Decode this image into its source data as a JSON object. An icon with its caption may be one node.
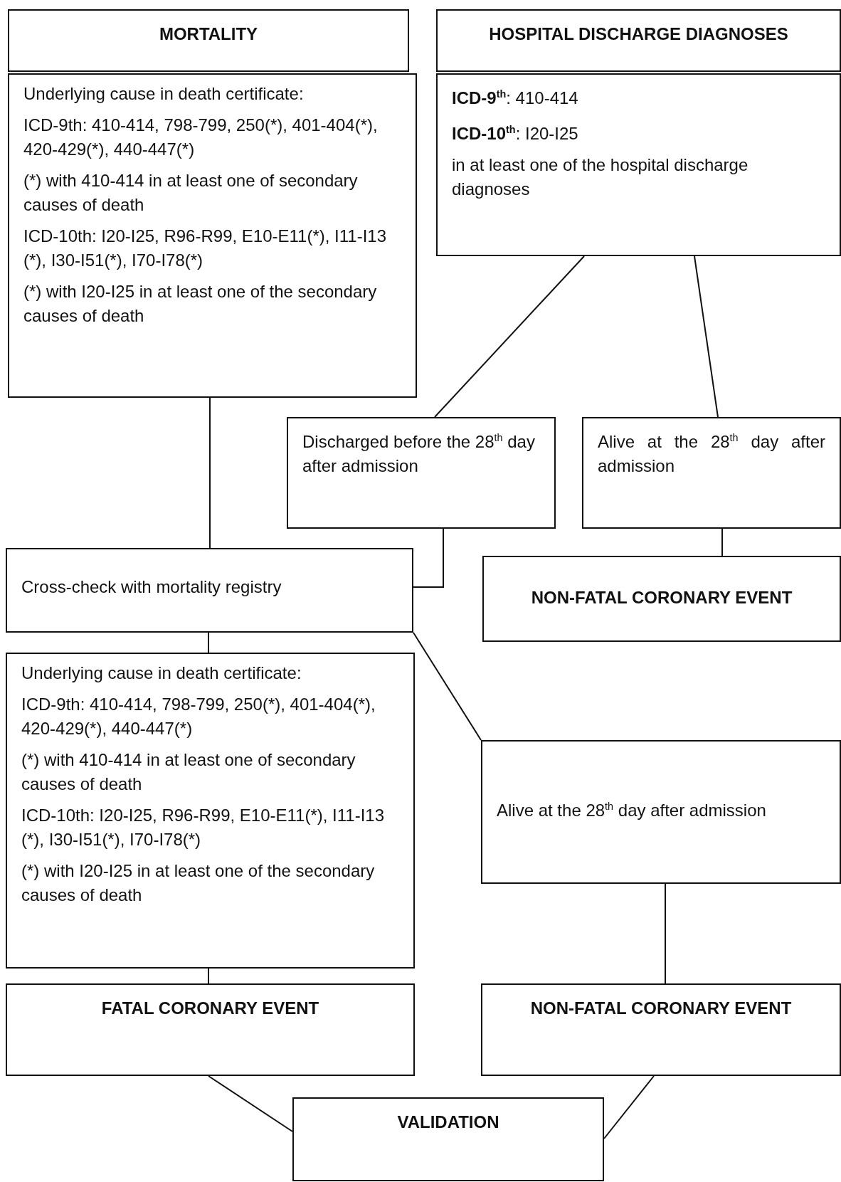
{
  "diagram": {
    "nodes": [
      {
        "text": [
          "MORTALITY"
        ]
      },
      {
        "text": [
          "HOSPITAL DISCHARGE DIAGNOSES"
        ]
      },
      {
        "text": [
          "Underlying cause in death certificate:",
          "ICD-9th: 410-414, 798-799, 250(*), 401-404(*), 420-429(*), 440-447(*)",
          "(*) with 410-414 in at least one of secondary causes of death",
          "ICD-10th: I20-I25, R96-R99, E10-E11(*), I11-I13 (*), I30-I51(*), I70-I78(*)",
          "(*) with I20-I25 in at least one of the secondary causes of death"
        ]
      },
      {
        "text": [
          "**ICD-9$^{th}$**: 410-414",
          "**ICD-10$^{th}$**: I20-I25",
          "in at least one of the hospital discharge diagnoses"
        ]
      },
      {
        "text": [
          "Discharged before the 28$^{th}$ day after admission"
        ]
      },
      {
        "text": [
          "Alive at the 28$^{th}$ day after admission"
        ]
      },
      {
        "text": [
          "Cross-check with mortality registry"
        ]
      },
      {
        "text": [
          "NON-FATAL CORONARY EVENT"
        ]
      },
      {
        "text": [
          "Underlying cause in death certificate:",
          "ICD-9th: 410-414, 798-799, 250(*), 401-404(*), 420-429(*), 440-447(*)",
          "(*) with 410-414 in at least one of secondary causes of death",
          "ICD-10th: I20-I25, R96-R99, E10-E11(*), I11-I13 (*), I30-I51(*), I70-I78(*)",
          "(*) with I20-I25 in at least one of the secondary causes of death"
        ]
      },
      {
        "text": [
          "Alive at the 28$^{th}$ day after admission"
        ]
      },
      {
        "text": [
          "FATAL CORONARY EVENT"
        ]
      },
      {
        "text": [
          "NON-FATAL CORONARY EVENT"
        ]
      },
      {
        "text": [
          "VALIDATION"
        ]
      }
    ],
    "edges": [
      {
        "from": 2,
        "to": 6,
        "arrow": "none"
      },
      {
        "from": 3,
        "to": 4,
        "arrow": "none"
      },
      {
        "from": 3,
        "to": 5,
        "arrow": "none"
      },
      {
        "from": 4,
        "to": 6,
        "arrow": "none"
      },
      {
        "from": 5,
        "to": 7,
        "arrow": "none"
      },
      {
        "from": 6,
        "to": 8,
        "arrow": "none"
      },
      {
        "from": 6,
        "to": 9,
        "arrow": "none"
      },
      {
        "from": 9,
        "to": 11,
        "arrow": "none"
      },
      {
        "from": 8,
        "to": 10,
        "arrow": "none"
      },
      {
        "from": 10,
        "to": 12,
        "arrow": "none"
      },
      {
        "from": 11,
        "to": 12,
        "arrow": "none"
      }
    ]
  }
}
